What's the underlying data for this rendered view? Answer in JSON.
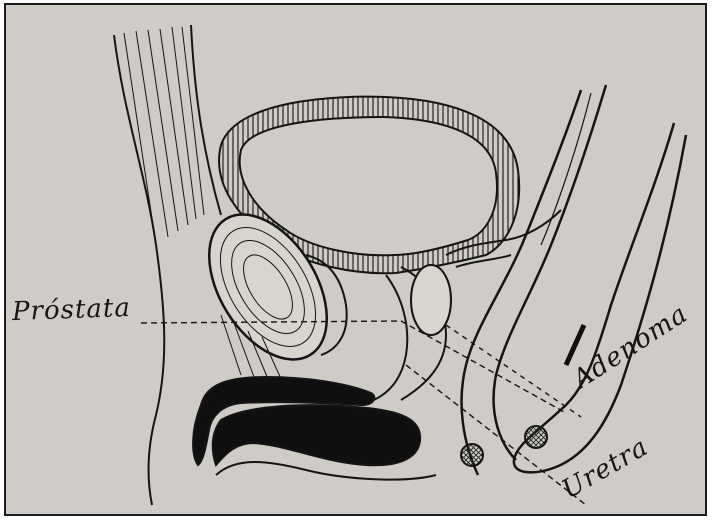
{
  "figure": {
    "labels": {
      "prostata": "Próstata",
      "adenoma": "Adenoma",
      "uretra": "Uretra"
    },
    "colors": {
      "background": "#cfccc7",
      "ink": "#151515",
      "tissue": "#d8d4ce"
    }
  }
}
